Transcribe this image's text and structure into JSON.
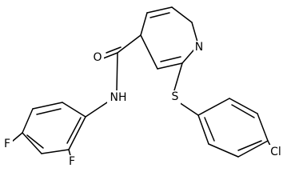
{
  "diagram": {
    "type": "chemical-structure",
    "atom_labels": {
      "oxygen": "O",
      "nitrogen_ring": "N",
      "amide_nh": "NH",
      "sulfur": "S",
      "chlorine": "Cl",
      "fluorine_para": "F",
      "fluorine_ortho": "F"
    },
    "colors": {
      "bond": "#000000",
      "label": "#000000",
      "background": "#ffffff"
    }
  }
}
